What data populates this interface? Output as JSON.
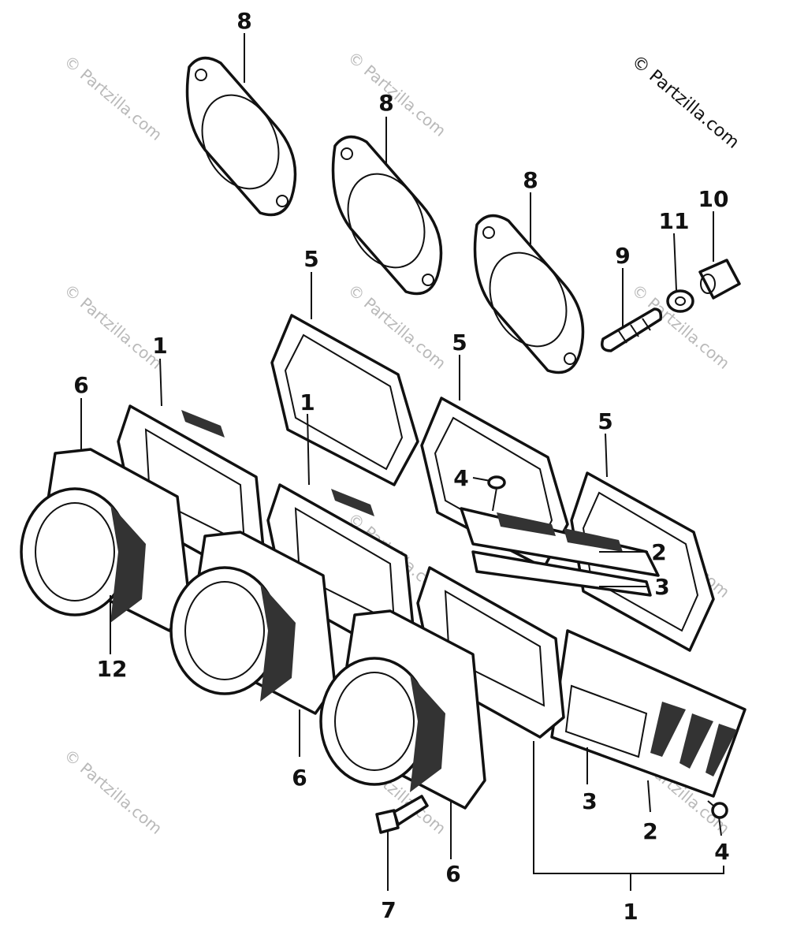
{
  "copyright": "© Partzilla.com",
  "watermark": "© Partzilla.com",
  "callouts": [
    "8",
    "8",
    "8",
    "10",
    "11",
    "9",
    "5",
    "5",
    "5",
    "1",
    "1",
    "6",
    "4",
    "2",
    "3",
    "12",
    "6",
    "3",
    "2",
    "4",
    "6",
    "7",
    "1"
  ]
}
